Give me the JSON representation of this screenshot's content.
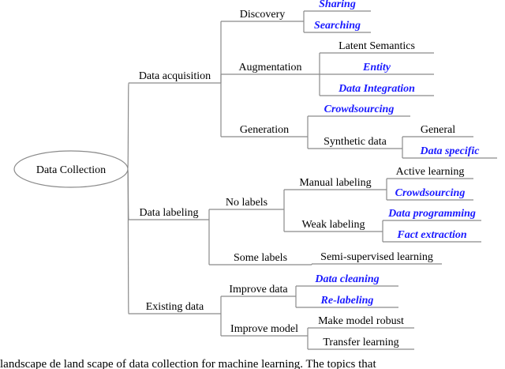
{
  "diagram": {
    "root": "Data Collection",
    "colors": {
      "highlight": "#1a1aff",
      "text": "#000000",
      "edge": "#8a8a8a"
    },
    "nodes": [
      {
        "id": "acq",
        "parent": "root",
        "label": "Data acquisition",
        "highlight": false
      },
      {
        "id": "discovery",
        "parent": "acq",
        "label": "Discovery",
        "highlight": false
      },
      {
        "id": "sharing",
        "parent": "discovery",
        "label": "Sharing",
        "highlight": true
      },
      {
        "id": "searching",
        "parent": "discovery",
        "label": "Searching",
        "highlight": true
      },
      {
        "id": "augmentation",
        "parent": "acq",
        "label": "Augmentation",
        "highlight": false
      },
      {
        "id": "latent",
        "parent": "augmentation",
        "label": "Latent Semantics",
        "highlight": false
      },
      {
        "id": "entity",
        "parent": "augmentation",
        "label": "Entity",
        "highlight": true
      },
      {
        "id": "dataint",
        "parent": "augmentation",
        "label": "Data Integration",
        "highlight": true
      },
      {
        "id": "generation",
        "parent": "acq",
        "label": "Generation",
        "highlight": false
      },
      {
        "id": "crowd1",
        "parent": "generation",
        "label": "Crowdsourcing",
        "highlight": true
      },
      {
        "id": "synthetic",
        "parent": "generation",
        "label": "Synthetic data",
        "highlight": false
      },
      {
        "id": "general",
        "parent": "synthetic",
        "label": "General",
        "highlight": false
      },
      {
        "id": "dspecific",
        "parent": "synthetic",
        "label": "Data specific",
        "highlight": true
      },
      {
        "id": "labeling",
        "parent": "root",
        "label": "Data labeling",
        "highlight": false
      },
      {
        "id": "nolabels",
        "parent": "labeling",
        "label": "No labels",
        "highlight": false
      },
      {
        "id": "manual",
        "parent": "nolabels",
        "label": "Manual labeling",
        "highlight": false
      },
      {
        "id": "active",
        "parent": "manual",
        "label": "Active learning",
        "highlight": false
      },
      {
        "id": "crowd2",
        "parent": "manual",
        "label": "Crowdsourcing",
        "highlight": true
      },
      {
        "id": "weak",
        "parent": "nolabels",
        "label": "Weak labeling",
        "highlight": false
      },
      {
        "id": "dataprog",
        "parent": "weak",
        "label": "Data programming",
        "highlight": true
      },
      {
        "id": "factext",
        "parent": "weak",
        "label": "Fact extraction",
        "highlight": true
      },
      {
        "id": "somelabels",
        "parent": "labeling",
        "label": "Some labels",
        "highlight": false
      },
      {
        "id": "semisup",
        "parent": "somelabels",
        "label": "Semi-supervised learning",
        "highlight": false
      },
      {
        "id": "existing",
        "parent": "root",
        "label": "Existing data",
        "highlight": false
      },
      {
        "id": "impdata",
        "parent": "existing",
        "label": "Improve data",
        "highlight": false
      },
      {
        "id": "cleaning",
        "parent": "impdata",
        "label": "Data cleaning",
        "highlight": true
      },
      {
        "id": "relabel",
        "parent": "impdata",
        "label": "Re-labeling",
        "highlight": true
      },
      {
        "id": "impmodel",
        "parent": "existing",
        "label": "Improve model",
        "highlight": false
      },
      {
        "id": "robust",
        "parent": "impmodel",
        "label": "Make model robust",
        "highlight": false
      },
      {
        "id": "transfer",
        "parent": "impmodel",
        "label": "Transfer learning",
        "highlight": false
      }
    ]
  },
  "caption": "landscape de land scape of data collection for machine learning. The topics that"
}
